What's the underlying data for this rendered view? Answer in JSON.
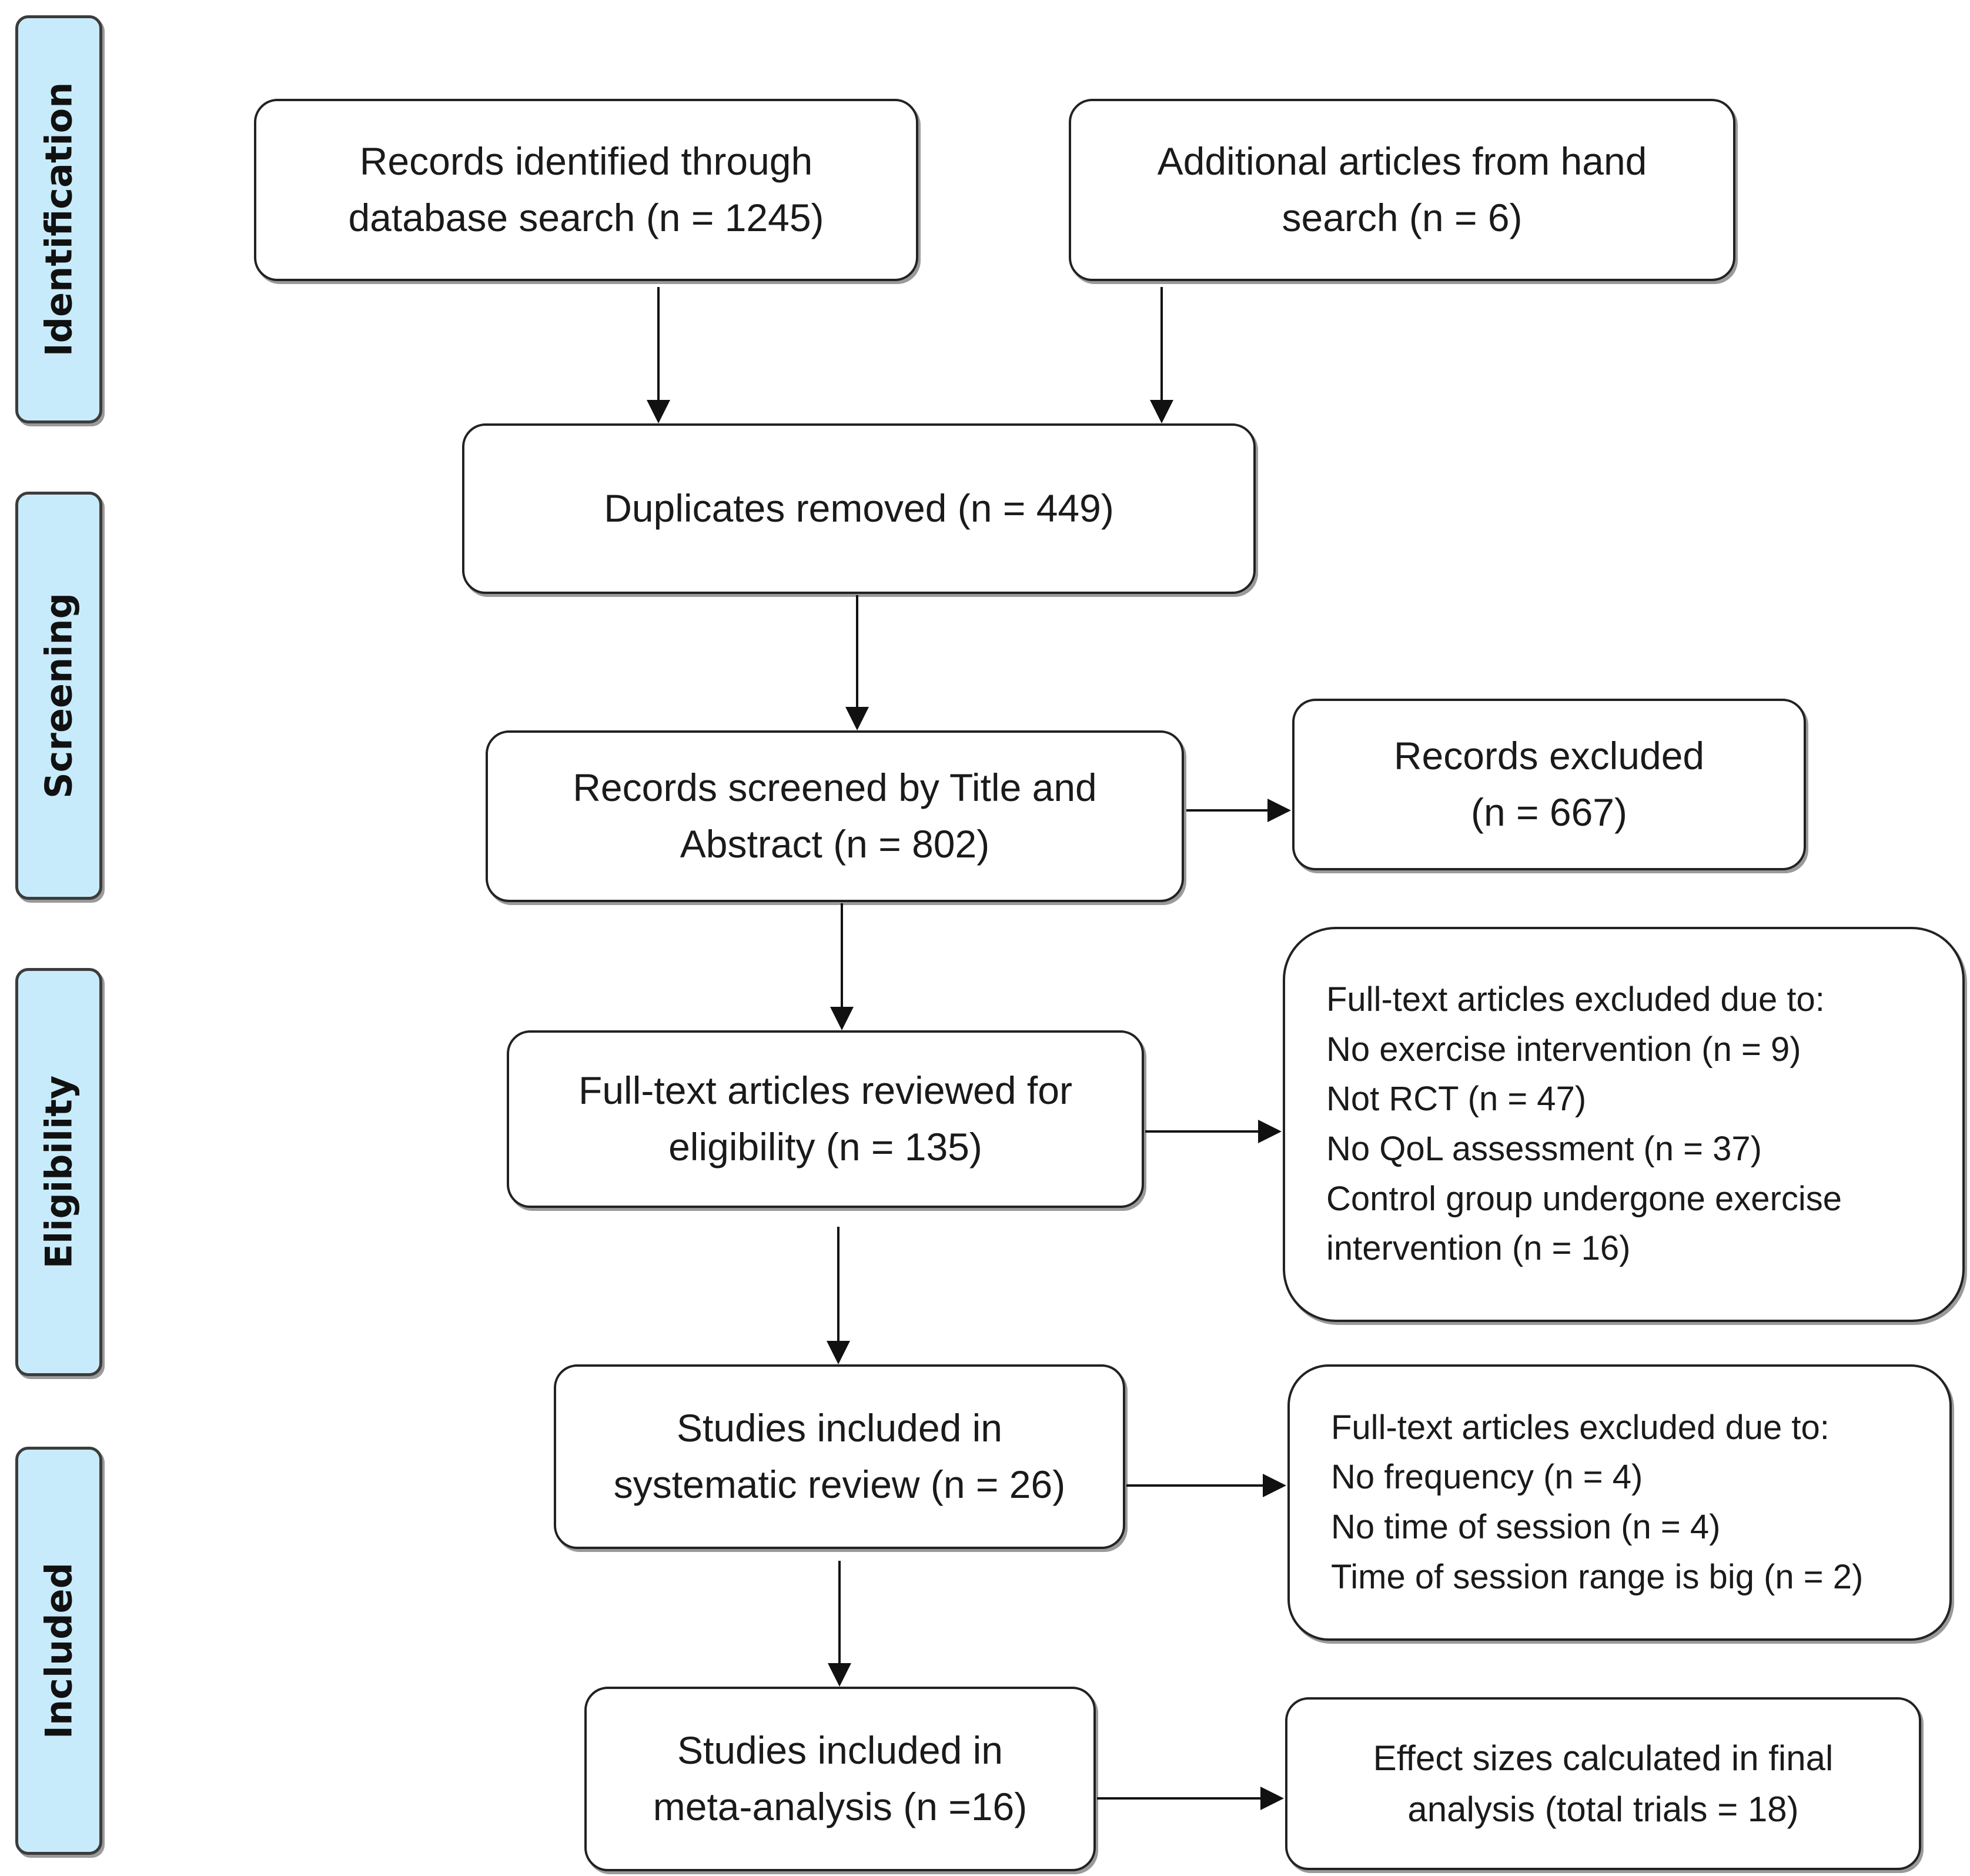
{
  "phases": {
    "identification": "Identification",
    "screening": "Screening",
    "eligibility": "Eligibility",
    "included": "Included"
  },
  "nodes": {
    "database_search": [
      "Records identified through",
      "database search (n = 1245)"
    ],
    "hand_search": [
      "Additional articles from hand",
      "search (n = 6)"
    ],
    "duplicates_removed": [
      "Duplicates removed (n = 449)"
    ],
    "records_screened": [
      "Records screened by Title and",
      "Abstract (n = 802)"
    ],
    "records_excluded": [
      "Records excluded",
      "(n = 667)"
    ],
    "fulltext_reviewed": [
      "Full-text articles reviewed for",
      "eligibility (n = 135)"
    ],
    "fulltext_excluded_1": [
      "Full-text articles excluded due to:",
      "No exercise intervention  (n = 9)",
      "Not RCT (n = 47)",
      "No QoL assessment  (n = 37)",
      "Control group undergone  exercise",
      "intervention (n = 16)"
    ],
    "systematic_review": [
      "Studies included in",
      "systematic review (n = 26)"
    ],
    "fulltext_excluded_2": [
      "Full-text articles excluded due to:",
      "No frequency  (n = 4)",
      "No time of session  (n = 4)",
      "Time of session  range is big (n = 2)"
    ],
    "meta_analysis": [
      "Studies included in",
      "meta-analysis (n =16)"
    ],
    "effect_sizes": [
      "Effect sizes calculated in final",
      "analysis (total trials = 18)"
    ]
  }
}
